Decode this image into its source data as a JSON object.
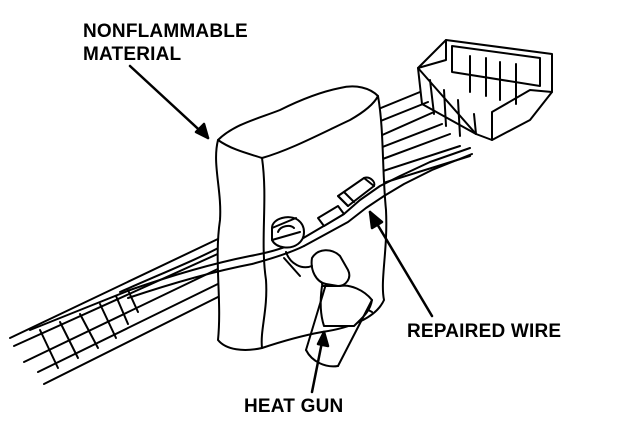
{
  "labels": {
    "nonflammable_line1": "NONFLAMMABLE",
    "nonflammable_line2": "MATERIAL",
    "repaired_wire": "REPAIRED WIRE",
    "heat_gun": "HEAT GUN"
  },
  "colors": {
    "ink": "#000000",
    "paper": "#ffffff"
  }
}
